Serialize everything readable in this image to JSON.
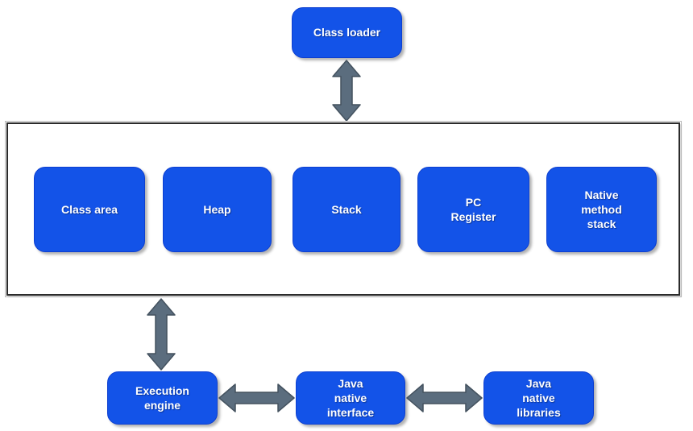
{
  "diagram": {
    "nodes": {
      "class_loader": "Class loader",
      "class_area": "Class area",
      "heap": "Heap",
      "stack": "Stack",
      "pc_register": "PC\nRegister",
      "native_method_stack": "Native\nmethod\nstack",
      "execution_engine": "Execution\nengine",
      "java_native_interface": "Java\nnative\ninterface",
      "java_native_libraries": "Java\nnative\nlibraries"
    },
    "colors": {
      "background": "#ffffff",
      "box_fill": "#1353e8",
      "box_border": "#0d3fd0",
      "box_text": "#ffffff",
      "arrow_fill": "#5b6d7e",
      "arrow_stroke": "#44525f",
      "container_border": "#2b2b2b"
    }
  }
}
